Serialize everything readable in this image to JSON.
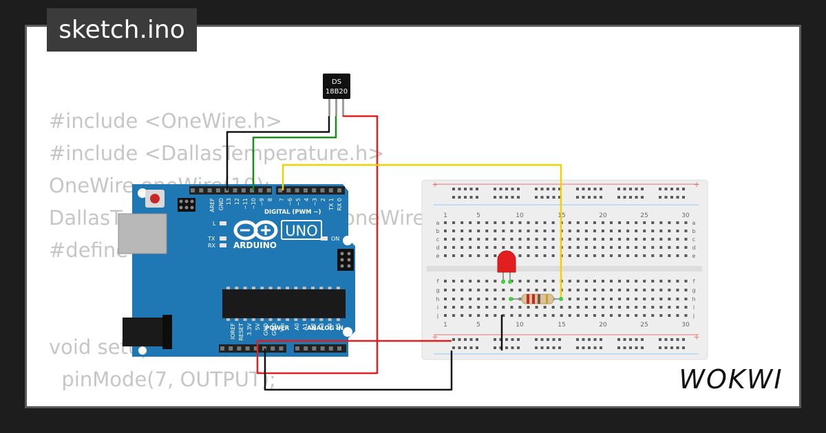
{
  "project": {
    "filename": "sketch.ino",
    "brand": "WOKWI"
  },
  "code_lines": [
    "#include <OneWire.h>",
    "#include <DallasTemperature.h>",
    "OneWire oneWire(10);",
    "DallasTemperature sensors(&oneWire);",
    "#define"
  ],
  "code_lines_bottom": [
    "void setup(void) {",
    "  pinMode(7, OUTPUT);"
  ],
  "sensor": {
    "label_line1": "DS",
    "label_line2": "18B20"
  },
  "arduino": {
    "logo_text": "ARDUINO",
    "model": "UNO",
    "digital_header": "DIGITAL (PWM ~)",
    "power_header": "POWER",
    "analog_header": "ANALOG IN",
    "led_l": "L",
    "led_tx": "TX",
    "led_rx": "RX",
    "led_on": "ON",
    "top_pins": [
      "AREF",
      "GND",
      "13",
      "12",
      "~11",
      "~10",
      "~9",
      "8",
      "7",
      "~6",
      "~5",
      "4",
      "~3",
      "2",
      "TX 1",
      "RX 0"
    ],
    "bottom_pins": [
      "IOREF",
      "RESET",
      "3.3V",
      "5V",
      "GND",
      "GND",
      "Vin",
      "A0",
      "A1",
      "A2",
      "A3",
      "A4",
      "A5"
    ]
  },
  "breadboard": {
    "column_numbers": [
      "1",
      "5",
      "10",
      "15",
      "20",
      "25",
      "30"
    ],
    "rows_top": [
      "a",
      "b",
      "c",
      "d",
      "e"
    ],
    "rows_bottom": [
      "f",
      "g",
      "h",
      "i",
      "j"
    ],
    "rail_plus": "+",
    "rail_minus": "-"
  },
  "colors": {
    "background": "#1d1d1d",
    "board_blue": "#1f77b4",
    "wire_black": "#111111",
    "wire_green": "#1a8a1a",
    "wire_red": "#e02020",
    "wire_yellow": "#f5d000",
    "led_red": "#e21e1e",
    "code_text": "#c6c6c6"
  }
}
